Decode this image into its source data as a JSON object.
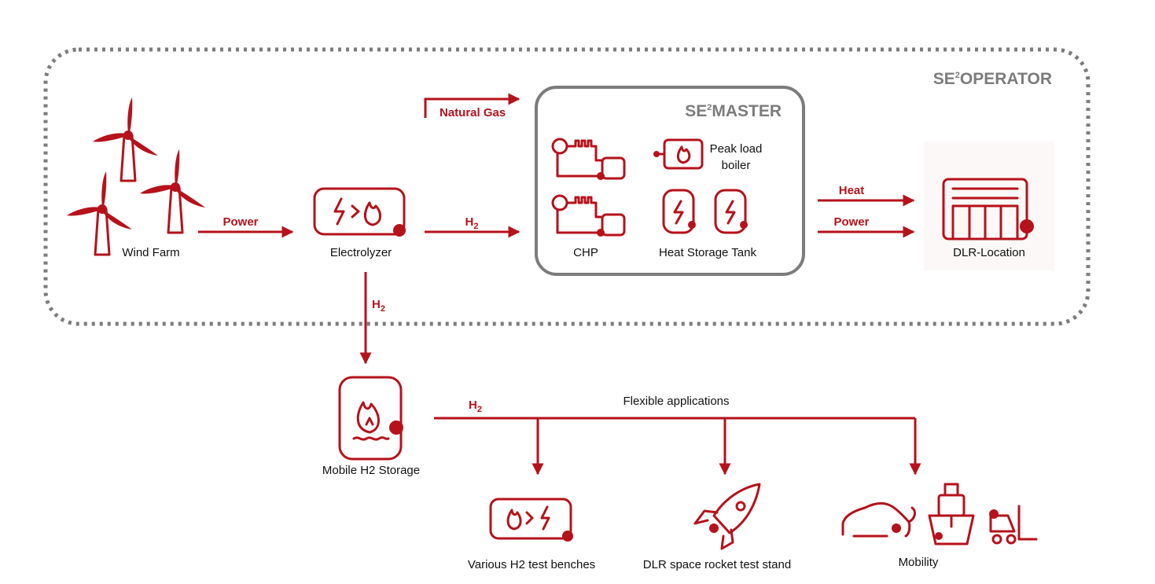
{
  "colors": {
    "accent": "#b5121b",
    "frame": "#7c7c7c",
    "text": "#111111"
  },
  "frames": {
    "operator_title": "SE",
    "operator_sup": "2",
    "operator_rest": "OPERATOR",
    "master_title": "SE",
    "master_sup": "2",
    "master_rest": "MASTER"
  },
  "nodes": {
    "wind_farm": "Wind Farm",
    "electrolyzer": "Electrolyzer",
    "chp": "CHP",
    "peak_load_boiler_line1": "Peak load",
    "peak_load_boiler_line2": "boiler",
    "heat_storage_tank": "Heat Storage Tank",
    "dlr_location": "DLR-Location",
    "mobile_h2_storage": "Mobile H2 Storage",
    "test_benches": "Various H2 test benches",
    "rocket_stand": "DLR space rocket test stand",
    "mobility": "Mobility"
  },
  "flows": {
    "power_wind": "Power",
    "natural_gas": "Natural Gas",
    "h2_main": "H",
    "h2_main_sub": "2",
    "h2_down": "H",
    "h2_down_sub": "2",
    "h2_storage": "H",
    "h2_storage_sub": "2",
    "heat_out": "Heat",
    "power_out": "Power",
    "flexible_applications": "Flexible applications"
  },
  "icons": [
    "wind-turbine-icon",
    "electrolyzer-icon",
    "chp-icon",
    "boiler-icon",
    "heat-storage-icon",
    "building-icon",
    "h2-storage-icon",
    "test-bench-icon",
    "rocket-icon",
    "car-icon",
    "ship-icon",
    "forklift-icon"
  ]
}
